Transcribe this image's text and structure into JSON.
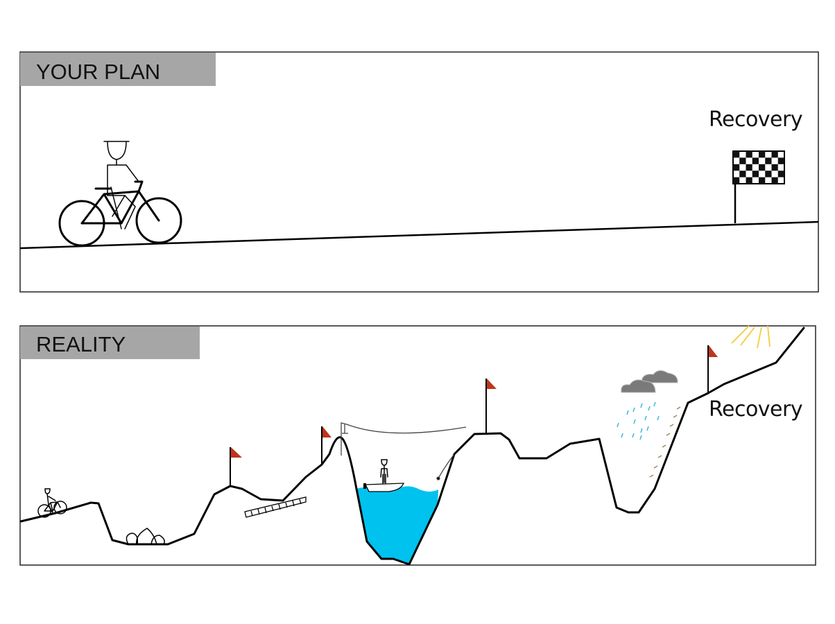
{
  "plan_panel": {
    "label": "YOUR PLAN",
    "goal_text": "Recovery"
  },
  "reality_panel": {
    "label": "REALITY",
    "goal_text": "Recovery"
  },
  "colors": {
    "label_bg": "#a6a6a6",
    "flag": "#c0341d",
    "water": "#00c2ee",
    "rain": "#3bb8e0",
    "cloud": "#7a7a7a",
    "sun": "#f5d04a",
    "ladder": "#a4845a"
  }
}
